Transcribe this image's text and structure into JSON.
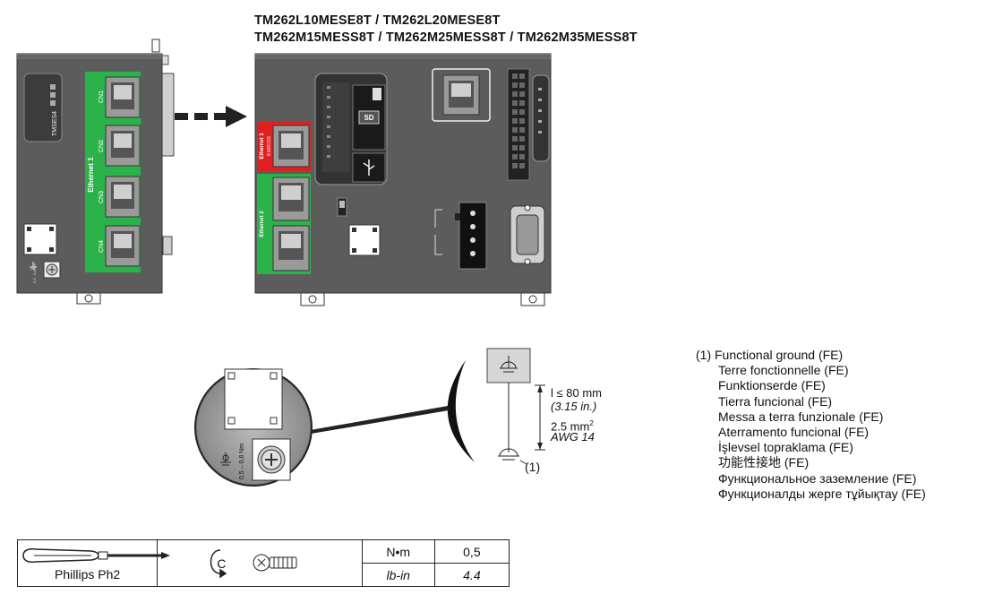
{
  "header": {
    "line1": "TM262L10MESE8T / TM262L20MESE8T",
    "line2": "TM262M15MESS8T / TM262M25MESS8T / TM262M35MESS8T"
  },
  "module": {
    "label": "TMSES4",
    "side_label": "Ethernet 1",
    "ports": [
      "CN1",
      "CN2",
      "CN3",
      "CN4"
    ],
    "screw_torque": "0.5 - 0.8 Nm"
  },
  "controller": {
    "port1_label": "Ethernet 1",
    "port1_sublabel": "8 ERCOS",
    "port2_label": "Ethernet 2",
    "sd_label": "SD"
  },
  "callout": {
    "torque_label": "0,5 – 0,8 Nm",
    "marker": "(1)"
  },
  "wire_spec": {
    "length": "l ≤ 80 mm",
    "length_in": "(3.15 in.)",
    "section_value": "2.5 mm",
    "section_sup": "2",
    "awg": "AWG 14"
  },
  "legend": {
    "entries": [
      "(1) Functional ground (FE)",
      "Terre fonctionnelle (FE)",
      "Funktionserde (FE)",
      "Tierra funcional (FE)",
      "Messa a terra funzionale (FE)",
      "Aterramento funcional (FE)",
      "İşlevsel topraklama (FE)",
      "功能性接地 (FE)",
      "Функциональное заземление (FE)",
      "Функционалды жерге тұйықтау (FE)"
    ]
  },
  "torque_table": {
    "tool": "Phillips Ph2",
    "direction": "C",
    "unit1": "N•m",
    "value1": "0,5",
    "unit2": "lb-in",
    "value2": "4.4"
  },
  "colors": {
    "device_body": "#5c5c5c",
    "port_green": "#2bb34a",
    "port_red": "#e02020",
    "arrow": "#222222"
  }
}
